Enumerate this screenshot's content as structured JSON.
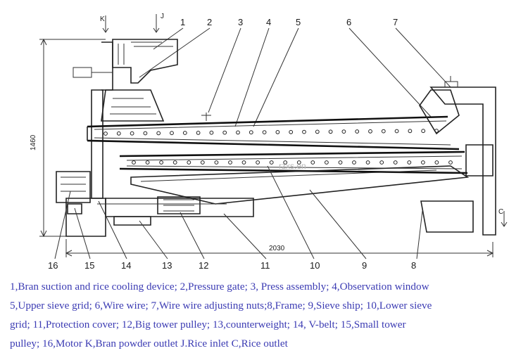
{
  "labels": {
    "callouts": [
      "1",
      "2",
      "3",
      "4",
      "5",
      "6",
      "7",
      "8",
      "9",
      "10",
      "11",
      "12",
      "13",
      "14",
      "15",
      "16"
    ],
    "letters": {
      "k": "K",
      "j": "J",
      "c": "C"
    },
    "dimensions": {
      "height": "1460",
      "length": "2030"
    },
    "watermark": "rzxs.en"
  },
  "caption": {
    "lines": [
      "1,Bran suction and rice cooling device; 2,Pressure gate; 3, Press assembly; 4,Observation window",
      "5,Upper sieve grid; 6,Wire wire; 7,Wire wire adjusting nuts;8,Frame; 9,Sieve ship; 10,Lower sieve",
      "grid;  11,Protection cover; 12,Big tower pulley; 13,counterweight; 14, V-belt; 15,Small tower",
      "pulley;     16,Motor K,Bran powder outlet J.Rice inlet C,Rice outlet"
    ]
  },
  "colors": {
    "caption_text": "#3b3bb3",
    "line_ink": "#222222",
    "background": "#ffffff"
  }
}
